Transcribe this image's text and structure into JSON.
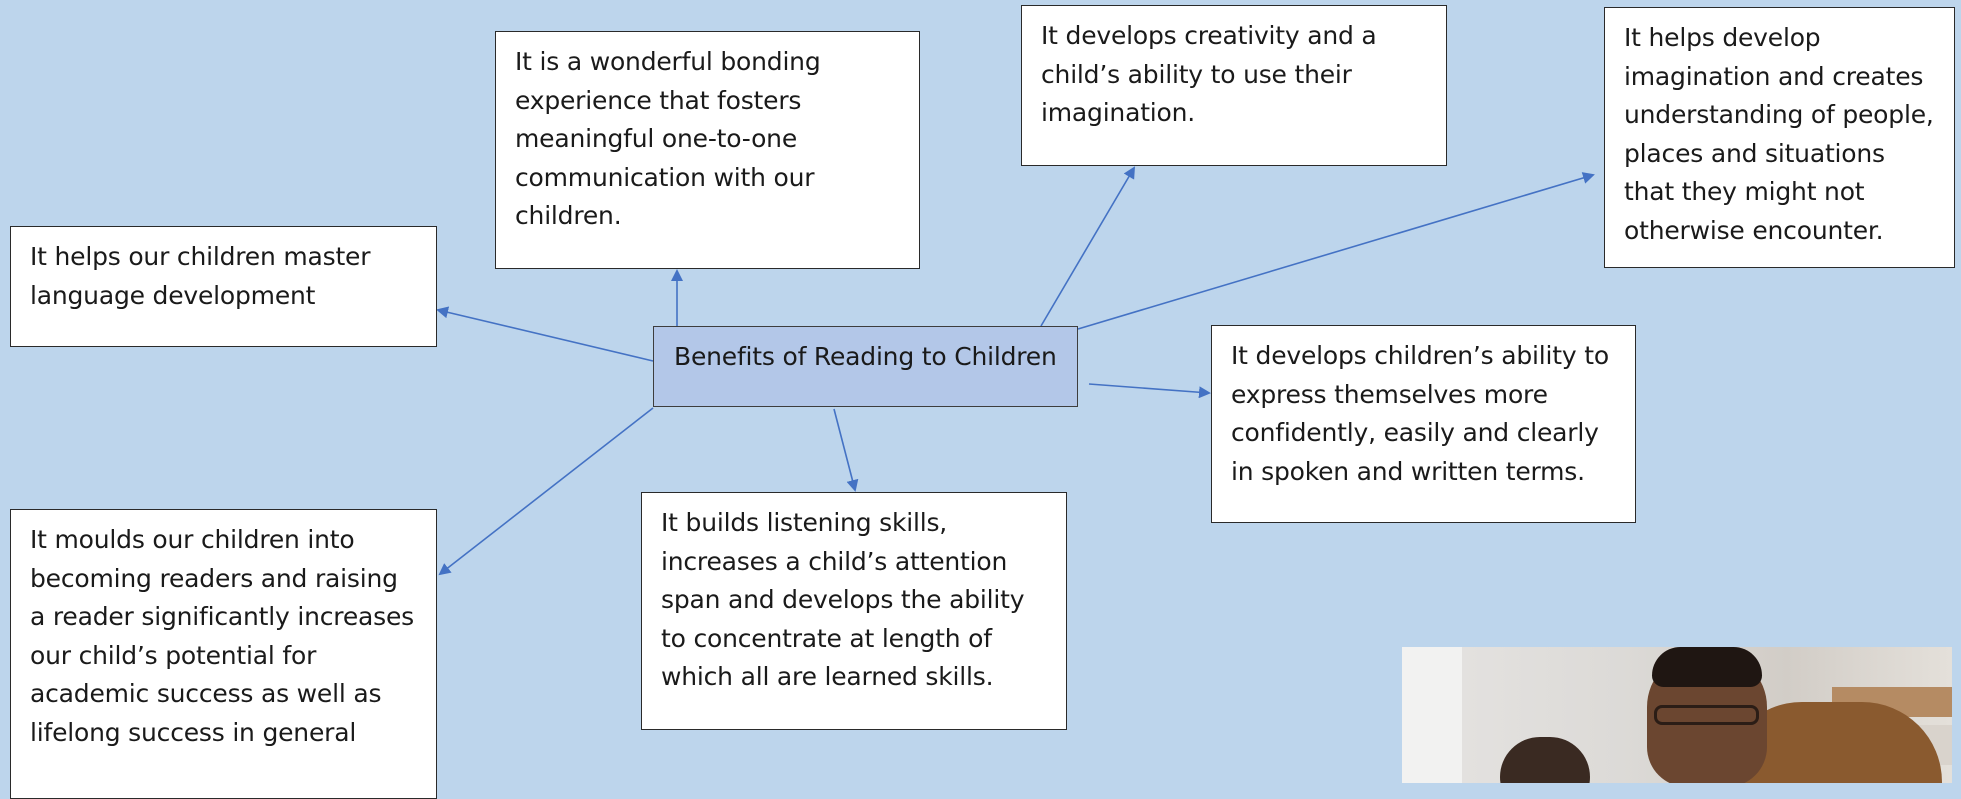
{
  "diagram": {
    "center": "Benefits of Reading to Children",
    "benefits": {
      "language": "It helps our children master language development",
      "bonding": "It is a wonderful bonding experience that fosters meaningful one-to-one communication with our children.",
      "creativity": "It develops creativity and a child’s ability to use their imagination.",
      "imagination": "It helps develop imagination and creates understanding of people, places and situations that they might not otherwise encounter.",
      "expression": "It develops children’s ability to express themselves more confidently, easily and clearly in spoken and written terms.",
      "listening": "It builds listening skills, increases a child’s attention span and develops the ability to concentrate at length of which all are learned skills.",
      "readers": "It moulds our children into becoming readers and raising a reader significantly increases our child’s potential for academic success as well as lifelong success in general"
    },
    "colors": {
      "background": "#bdd5ec",
      "center_fill": "#b3c7e8",
      "connector": "#4472c4"
    }
  }
}
